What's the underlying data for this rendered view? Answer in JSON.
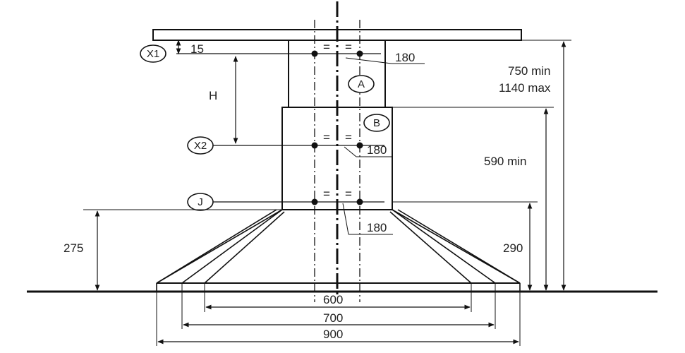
{
  "dimensions": {
    "top_offset": "15",
    "h_label": "H",
    "total_height_min": "750 min",
    "total_height_max": "1140 max",
    "chimney_min": "590 min",
    "canopy_height_left": "275",
    "canopy_height_right": "290",
    "width_600": "600",
    "width_700": "700",
    "width_900": "900",
    "hole_spacing_1": "180",
    "hole_spacing_2": "180",
    "hole_spacing_3": "180",
    "equal_mark": "="
  },
  "markers": {
    "x1": "X1",
    "x2": "X2",
    "j": "J",
    "a": "A",
    "b": "B"
  }
}
